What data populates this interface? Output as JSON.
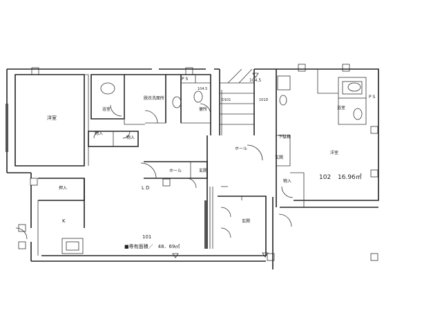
{
  "rooms": {
    "western_left": "洋室",
    "bath_left": "浴室",
    "dressing": "脱衣洗面所",
    "ps_top": "P S",
    "toilet_left": "便所",
    "storage_a": "物入",
    "storage_b": "物入",
    "closet": "押入",
    "hall_left": "ホール",
    "entrance_left": "玄関",
    "ld": "L D",
    "kitchen": "K",
    "entrance_mid": "玄関",
    "hall_right": "ホール",
    "entrance_right": "玄関",
    "shoe_box": "下駄箱",
    "western_right": "洋室",
    "bath_right": "浴室",
    "ps_right": "P S",
    "storage_right": "物入"
  },
  "marks": {
    "level_a": "104.5",
    "level_b": "104.5",
    "level_c": "D101",
    "level_d": "101D"
  },
  "unit_102": {
    "number": "102",
    "area": "16.96㎡"
  },
  "unit_101": {
    "number": "101",
    "area": "■専有面積／　48．69㎡"
  }
}
